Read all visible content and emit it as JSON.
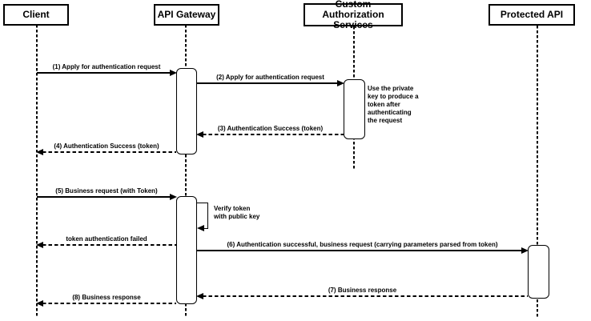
{
  "colors": {
    "background": "#ffffff",
    "stroke": "#000000",
    "fill": "#ffffff"
  },
  "participants": [
    {
      "label": "Client"
    },
    {
      "label": "API Gateway"
    },
    {
      "label": "Custom Authorization\nServices"
    },
    {
      "label": "Protected API"
    }
  ],
  "messages": [
    {
      "label": "(1) Apply for authentication request",
      "from": "Client",
      "to": "API Gateway",
      "line": "solid",
      "direction": "right"
    },
    {
      "label": "(2) Apply for authentication request",
      "from": "API Gateway",
      "to": "Custom Authorization Services",
      "line": "solid",
      "direction": "right"
    },
    {
      "label": "(3) Authentication Success (token)",
      "from": "Custom Authorization Services",
      "to": "API Gateway",
      "line": "dashed",
      "direction": "left"
    },
    {
      "label": "(4) Authentication Success (token)",
      "from": "API Gateway",
      "to": "Client",
      "line": "dashed",
      "direction": "left"
    },
    {
      "label": "(5) Business request (with Token)",
      "from": "Client",
      "to": "API Gateway",
      "line": "solid",
      "direction": "right"
    },
    {
      "label": "token authentication failed",
      "from": "API Gateway",
      "to": "Client",
      "line": "dashed",
      "direction": "left"
    },
    {
      "label": "(6) Authentication successful, business request (carrying parameters parsed from token)",
      "from": "API Gateway",
      "to": "Protected API",
      "line": "solid",
      "direction": "right"
    },
    {
      "label": "(7) Business response",
      "from": "Protected API",
      "to": "API Gateway",
      "line": "dashed",
      "direction": "left"
    },
    {
      "label": "(8) Business response",
      "from": "API Gateway",
      "to": "Client",
      "line": "dashed",
      "direction": "left"
    }
  ],
  "self_message": {
    "at": "API Gateway",
    "text": "Verify token\nwith public key"
  },
  "note": {
    "at": "Custom Authorization Services",
    "text": "Use the private\nkey to produce a\ntoken after\nauthenticating\nthe request"
  }
}
